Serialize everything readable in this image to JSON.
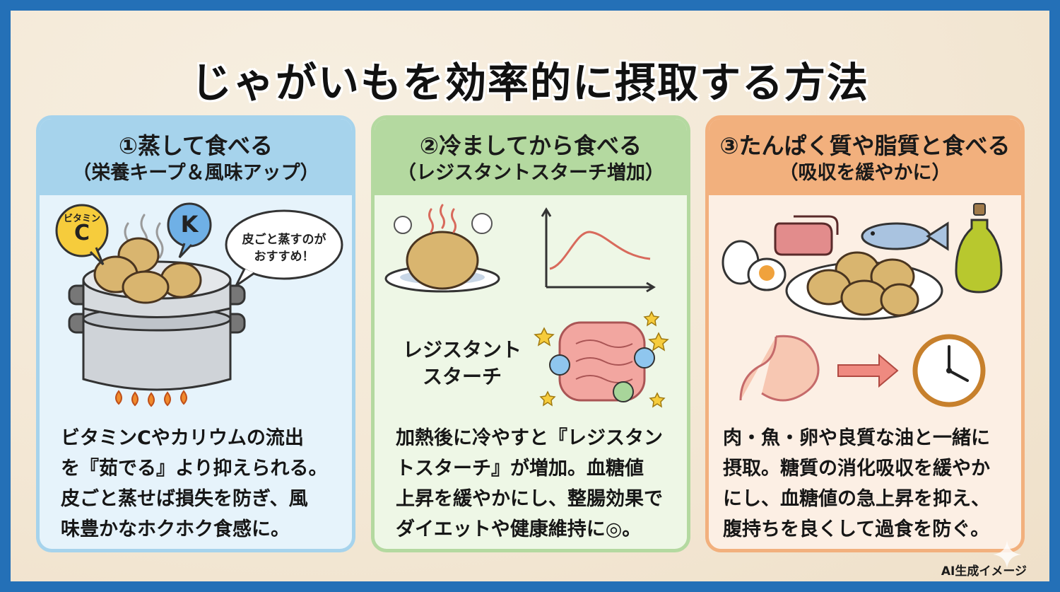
{
  "title": "じゃがいもを効率的に摂取する方法",
  "colors": {
    "frame_border": "#2470b7",
    "background": "#f3e7d4",
    "card1_accent": "#a6d3ec",
    "card2_accent": "#b4d9a0",
    "card3_accent": "#f2b07d"
  },
  "cards": [
    {
      "heading": "①蒸して食べる",
      "subheading": "（栄養キープ＆風味アップ）",
      "illustration": {
        "vitamin_label_small": "ビタミン",
        "vitamin_label_large": "C",
        "potassium_label": "K",
        "speech_bubble_line1": "皮ごと蒸すのが",
        "speech_bubble_line2": "おすすめ！",
        "icons": [
          "steamer-pot-icon",
          "potato-icon",
          "steam-icon",
          "flame-icon"
        ]
      },
      "body": [
        "ビタミンCやカリウムの流出",
        "を『茹でる』より抑えられる。",
        "皮ごと蒸せば損失を防ぎ、風",
        "味豊かなホクホク食感に。"
      ]
    },
    {
      "heading": "②冷ましてから食べる",
      "subheading": "（レジスタントスターチ増加）",
      "illustration": {
        "label_line1": "レジスタント",
        "label_line2": "スターチ",
        "icons": [
          "hot-potato-plate-icon",
          "curve-graph-icon",
          "happy-intestine-icon",
          "star-icon"
        ]
      },
      "body": [
        "加熱後に冷やすと『レジスタン",
        "トスターチ』が増加。血糖値",
        "上昇を緩やかにし、整腸効果で",
        "ダイエットや健康維持に◎。"
      ]
    },
    {
      "heading": "③たんぱく質や脂質と食べる",
      "subheading": "（吸収を緩やかに）",
      "illustration": {
        "icons": [
          "meat-icon",
          "fish-icon",
          "egg-icon",
          "olive-oil-icon",
          "potato-plate-icon",
          "stomach-icon",
          "arrow-right-icon",
          "clock-icon"
        ]
      },
      "body": [
        "肉・魚・卵や良質な油と一緒に",
        "摂取。糖質の消化吸収を緩やか",
        "にし、血糖値の急上昇を抑え、",
        "腹持ちを良くして過食を防ぐ。"
      ]
    }
  ],
  "footer_note": "AI生成イメージ"
}
